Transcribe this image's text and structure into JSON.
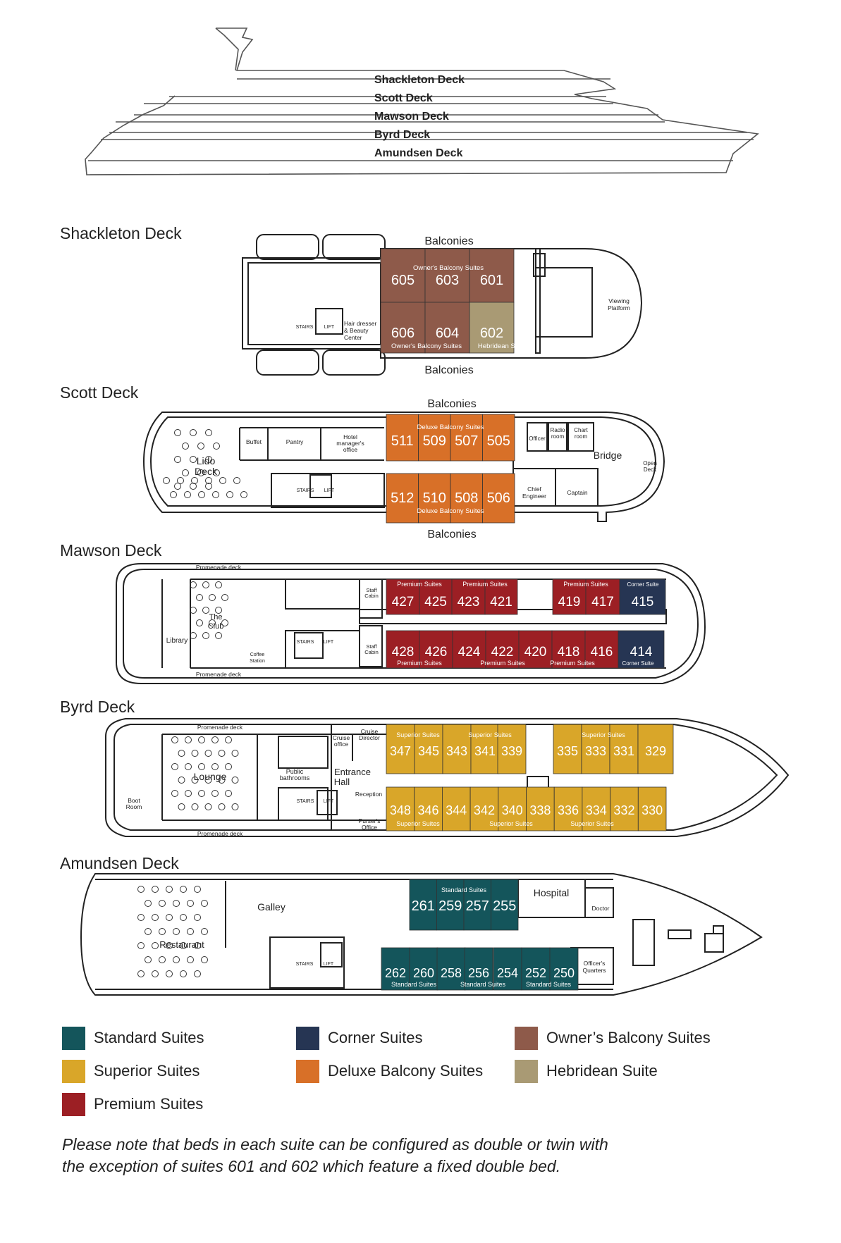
{
  "colors": {
    "standard": "#14555b",
    "superior": "#d9a629",
    "premium": "#9c1f24",
    "corner": "#263553",
    "deluxe": "#d87028",
    "owners": "#8e5a4a",
    "hebridean": "#a99a74"
  },
  "profile": {
    "decks": [
      "Shackleton Deck",
      "Scott Deck",
      "Mawson Deck",
      "Byrd Deck",
      "Amundsen Deck"
    ]
  },
  "decks": {
    "shackleton": {
      "title": "Shackleton Deck",
      "balconies_top": "Balconies",
      "balconies_bottom": "Balconies",
      "top_label": "Owner's Balcony Suites",
      "bottom_label": "Owner's Balcony Suites",
      "hebridean_label": "Hebridean Suite",
      "top_suites": [
        {
          "num": "605",
          "type": "owners"
        },
        {
          "num": "603",
          "type": "owners"
        },
        {
          "num": "601",
          "type": "owners"
        }
      ],
      "bottom_suites": [
        {
          "num": "606",
          "type": "owners"
        },
        {
          "num": "604",
          "type": "owners"
        },
        {
          "num": "602",
          "type": "hebridean"
        }
      ],
      "rooms": {
        "stairs": "STAIRS",
        "lift": "LIFT",
        "hair1": "Hair dresser",
        "hair2": "& Beauty",
        "hair3": "Center",
        "view1": "Viewing",
        "view2": "Platform"
      }
    },
    "scott": {
      "title": "Scott Deck",
      "balconies_top": "Balconies",
      "balconies_bottom": "Balconies",
      "top_label": "Deluxe Balcony Suites",
      "bottom_label": "Deluxe Balcony Suites",
      "top_suites": [
        {
          "num": "511",
          "type": "deluxe"
        },
        {
          "num": "509",
          "type": "deluxe"
        },
        {
          "num": "507",
          "type": "deluxe"
        },
        {
          "num": "505",
          "type": "deluxe"
        }
      ],
      "bottom_suites": [
        {
          "num": "512",
          "type": "deluxe"
        },
        {
          "num": "510",
          "type": "deluxe"
        },
        {
          "num": "508",
          "type": "deluxe"
        },
        {
          "num": "506",
          "type": "deluxe"
        }
      ],
      "rooms": {
        "lido1": "Lido",
        "lido2": "Deck",
        "buffet": "Buffet",
        "pantry": "Pantry",
        "hotel1": "Hotel",
        "hotel2": "manager's",
        "hotel3": "office",
        "stairs": "STAIRS",
        "lift": "LIFT",
        "officer": "Officer",
        "radio1": "Radio",
        "radio2": "room",
        "chart1": "Chart",
        "chart2": "room",
        "bridge": "Bridge",
        "chief1": "Chief",
        "chief2": "Engineer",
        "captain": "Captain",
        "open1": "Open",
        "open2": "Deck"
      }
    },
    "mawson": {
      "title": "Mawson Deck",
      "promenade_top": "Promenade deck",
      "promenade_bottom": "Promenade deck",
      "top_group_labels": [
        "Premium Suites",
        "Premium Suites",
        "Premium Suites",
        "Corner Suite"
      ],
      "bottom_group_labels": [
        "Premium Suites",
        "Premium Suites",
        "Premium Suites",
        "Corner Suite"
      ],
      "top_suites": [
        {
          "num": "427",
          "type": "premium"
        },
        {
          "num": "425",
          "type": "premium"
        },
        {
          "num": "423",
          "type": "premium"
        },
        {
          "num": "421",
          "type": "premium"
        },
        {
          "num": "419",
          "type": "premium"
        },
        {
          "num": "417",
          "type": "premium"
        },
        {
          "num": "415",
          "type": "corner"
        }
      ],
      "bottom_suites": [
        {
          "num": "428",
          "type": "premium"
        },
        {
          "num": "426",
          "type": "premium"
        },
        {
          "num": "424",
          "type": "premium"
        },
        {
          "num": "422",
          "type": "premium"
        },
        {
          "num": "420",
          "type": "premium"
        },
        {
          "num": "418",
          "type": "premium"
        },
        {
          "num": "416",
          "type": "premium"
        },
        {
          "num": "414",
          "type": "corner"
        }
      ],
      "rooms": {
        "library": "Library",
        "club1": "The",
        "club2": "Club",
        "coffee1": "Coffee",
        "coffee2": "Station",
        "staff1": "Staff",
        "staff2": "Cabin",
        "stairs": "STAIRS",
        "lift": "LIFT"
      }
    },
    "byrd": {
      "title": "Byrd Deck",
      "promenade_top": "Promenade deck",
      "promenade_bottom": "Promenade deck",
      "top_group_labels": [
        "Superior Suites",
        "Superior Suites",
        "Superior Suites"
      ],
      "bottom_group_labels": [
        "Superior Suites",
        "Superior Suites",
        "Superior Suites"
      ],
      "top_suites": [
        {
          "num": "347",
          "type": "superior"
        },
        {
          "num": "345",
          "type": "superior"
        },
        {
          "num": "343",
          "type": "superior"
        },
        {
          "num": "341",
          "type": "superior"
        },
        {
          "num": "339",
          "type": "superior"
        },
        {
          "num": "335",
          "type": "superior"
        },
        {
          "num": "333",
          "type": "superior"
        },
        {
          "num": "331",
          "type": "superior"
        },
        {
          "num": "329",
          "type": "superior"
        }
      ],
      "bottom_suites": [
        {
          "num": "348",
          "type": "superior"
        },
        {
          "num": "346",
          "type": "superior"
        },
        {
          "num": "344",
          "type": "superior"
        },
        {
          "num": "342",
          "type": "superior"
        },
        {
          "num": "340",
          "type": "superior"
        },
        {
          "num": "338",
          "type": "superior"
        },
        {
          "num": "336",
          "type": "superior"
        },
        {
          "num": "334",
          "type": "superior"
        },
        {
          "num": "332",
          "type": "superior"
        },
        {
          "num": "330",
          "type": "superior"
        }
      ],
      "rooms": {
        "boot1": "Boot",
        "boot2": "Room",
        "lounge": "Lounge",
        "public1": "Public",
        "public2": "bathrooms",
        "cruise_office1": "Cruise",
        "cruise_office2": "office",
        "cruise_dir1": "Cruise",
        "cruise_dir2": "Director",
        "entrance1": "Entrance",
        "entrance2": "Hall",
        "reception": "Reception",
        "purser1": "Purser's",
        "purser2": "Office",
        "stairs": "STAIRS",
        "lift": "LIFT"
      }
    },
    "amundsen": {
      "title": "Amundsen Deck",
      "top_label": "Standard Suites",
      "bottom_group_labels": [
        "Standard Suites",
        "Standard Suites",
        "Standard Suites"
      ],
      "top_suites": [
        {
          "num": "261",
          "type": "standard"
        },
        {
          "num": "259",
          "type": "standard"
        },
        {
          "num": "257",
          "type": "standard"
        },
        {
          "num": "255",
          "type": "standard"
        }
      ],
      "bottom_suites": [
        {
          "num": "262",
          "type": "standard"
        },
        {
          "num": "260",
          "type": "standard"
        },
        {
          "num": "258",
          "type": "standard"
        },
        {
          "num": "256",
          "type": "standard"
        },
        {
          "num": "254",
          "type": "standard"
        },
        {
          "num": "252",
          "type": "standard"
        },
        {
          "num": "250",
          "type": "standard"
        }
      ],
      "rooms": {
        "restaurant": "Restaurant",
        "galley": "Galley",
        "hospital": "Hospital",
        "doctor": "Doctor",
        "officers1": "Officer's",
        "officers2": "Quarters",
        "stairs": "STAIRS",
        "lift": "LIFT"
      }
    }
  },
  "legend": [
    {
      "label": "Standard Suites",
      "type": "standard"
    },
    {
      "label": "Corner Suites",
      "type": "corner"
    },
    {
      "label": "Owner’s Balcony Suites",
      "type": "owners"
    },
    {
      "label": "Superior Suites",
      "type": "superior"
    },
    {
      "label": "Deluxe Balcony Suites",
      "type": "deluxe"
    },
    {
      "label": "Hebridean Suite",
      "type": "hebridean"
    },
    {
      "label": "Premium Suites",
      "type": "premium"
    }
  ],
  "note": {
    "line1": "Please note that beds in each suite can be configured as double or twin with",
    "line2": "the exception of suites 601 and 602 which feature a fixed double bed."
  }
}
